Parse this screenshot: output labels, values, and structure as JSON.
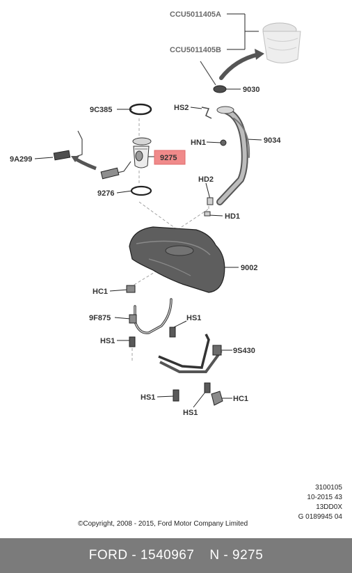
{
  "labels": {
    "ccu_a": "CCU5011405A",
    "ccu_b": "CCU5011405B",
    "p9030": "9030",
    "p9c385": "9C385",
    "hs2": "HS2",
    "p9034": "9034",
    "hn1": "HN1",
    "p9a299": "9A299",
    "p9275": "9275",
    "hd2": "HD2",
    "p9276": "9276",
    "hd1": "HD1",
    "p9002": "9002",
    "hc1_top": "HC1",
    "p9f875": "9F875",
    "hs1_a": "HS1",
    "hs1_b": "HS1",
    "p9s430": "9S430",
    "hs1_c": "HS1",
    "hc1_bottom": "HC1",
    "hs1_d": "HS1"
  },
  "highlight_color": "#f08a8a",
  "meta": {
    "line1": "3100105",
    "line2": "10-2015 43",
    "line3": "13DD0X",
    "line4": "G 0189945 04"
  },
  "copyright": "©Copyright, 2008 - 2015, Ford Motor Company Limited",
  "footer": {
    "brand_part": "FORD - 1540967",
    "number": "N - 9275"
  }
}
